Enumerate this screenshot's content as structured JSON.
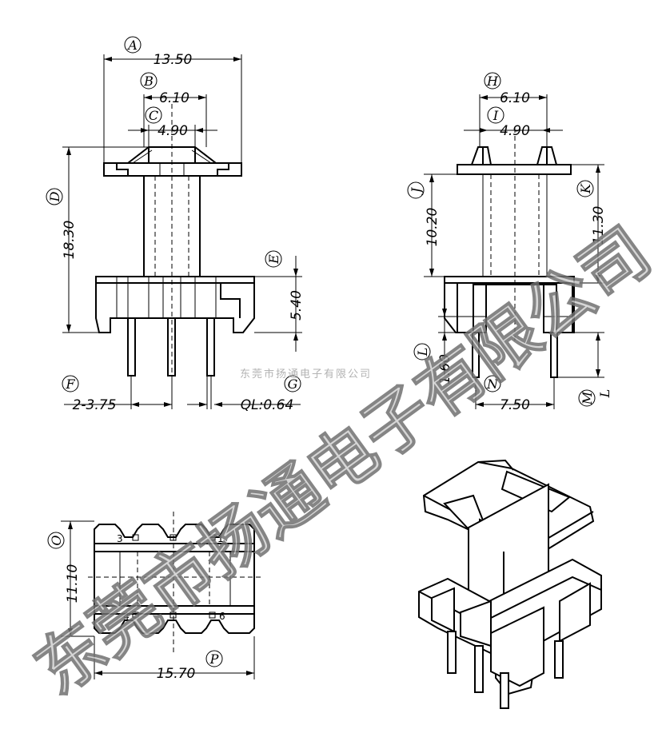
{
  "dimensions": {
    "A": "13.50",
    "B": "6.10",
    "C": "4.90",
    "D": "18.30",
    "E": "5.40",
    "F": "2-3.75",
    "G": "QL:0.64",
    "H": "6.10",
    "I": "4.90",
    "J": "10.20",
    "K": "11.30",
    "L": "1.60",
    "N": "7.50",
    "O": "11.10",
    "P": "15.70"
  },
  "labels": {
    "A": "A",
    "B": "B",
    "C": "C",
    "D": "D",
    "E": "E",
    "F": "F",
    "G": "G",
    "H": "H",
    "I": "I",
    "J": "J",
    "K": "K",
    "L": "L",
    "M": "M",
    "N": "N",
    "O": "O",
    "P": "P",
    "L_plain": "L"
  },
  "pins": {
    "p1": "1",
    "p3": "3",
    "p4": "4",
    "p6": "6"
  },
  "watermark": {
    "large": "东莞市扬通电子有限公司",
    "small": "东莞市扬通电子有限公司"
  }
}
